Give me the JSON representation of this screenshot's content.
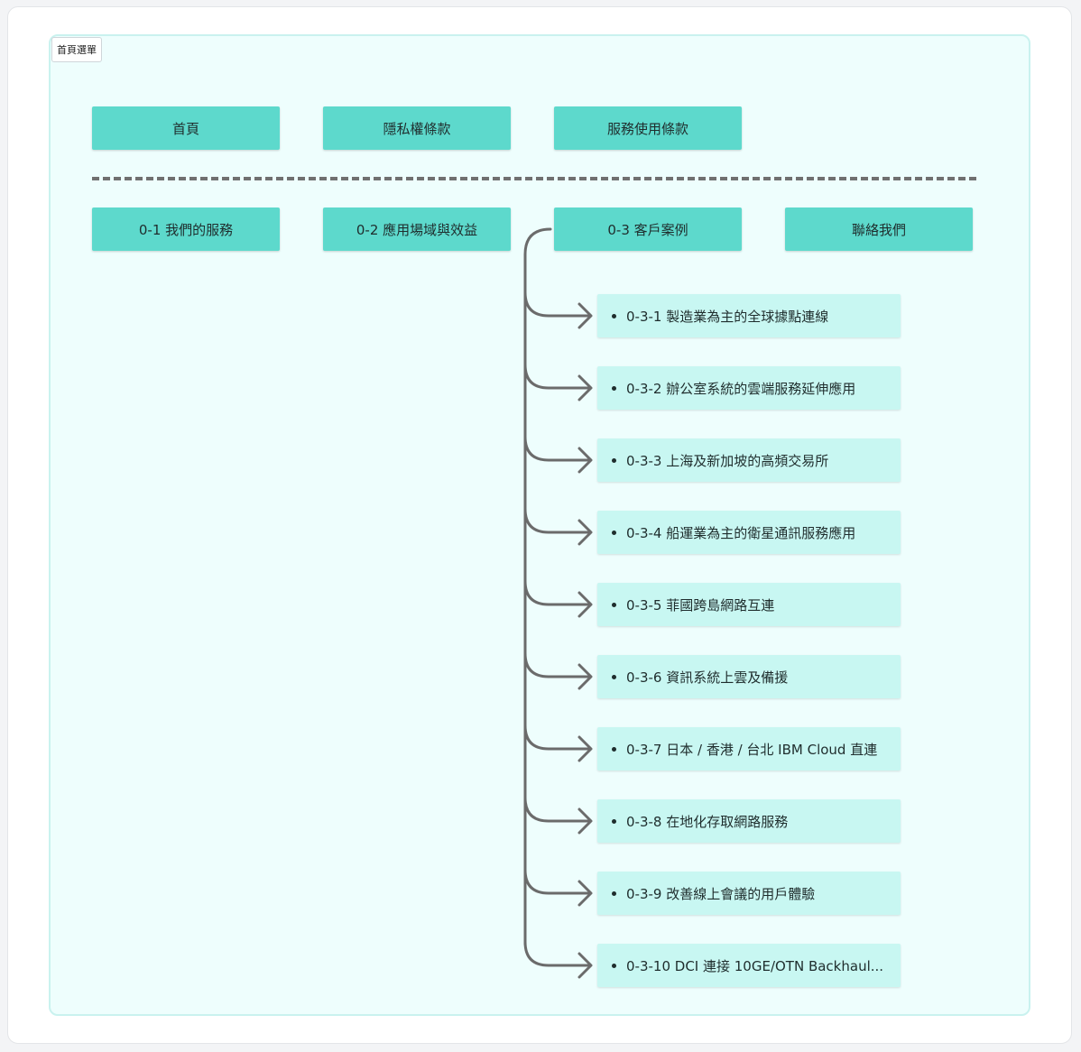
{
  "frame": {
    "label": "首頁選單"
  },
  "top_nav": [
    {
      "label": "首頁"
    },
    {
      "label": "隱私權條款"
    },
    {
      "label": "服務使用條款"
    }
  ],
  "main_nav": [
    {
      "label": "0-1 我們的服務"
    },
    {
      "label": "0-2 應用場域與效益"
    },
    {
      "label": "0-3 客戶案例"
    },
    {
      "label": "聯絡我們"
    }
  ],
  "case_items": [
    {
      "label": "0-3-1 製造業為主的全球據點連線"
    },
    {
      "label": "0-3-2 辦公室系統的雲端服務延伸應用"
    },
    {
      "label": "0-3-3 上海及新加坡的高頻交易所"
    },
    {
      "label": "0-3-4 船運業為主的衛星通訊服務應用"
    },
    {
      "label": "0-3-5 菲國跨島網路互連"
    },
    {
      "label": "0-3-6 資訊系統上雲及備援"
    },
    {
      "label": "0-3-7 日本 / 香港 / 台北 IBM Cloud 直連"
    },
    {
      "label": "0-3-8 在地化存取網路服務"
    },
    {
      "label": "0-3-9 改善線上會議的用戶體驗"
    },
    {
      "label": "0-3-10 DCI 連接 10GE/OTN Backhaul..."
    }
  ],
  "colors": {
    "nav_button": "#5dd9cc",
    "sub_item": "#c8f7f2",
    "frame_bg": "#eefefd",
    "connector": "#6b6b6b"
  }
}
